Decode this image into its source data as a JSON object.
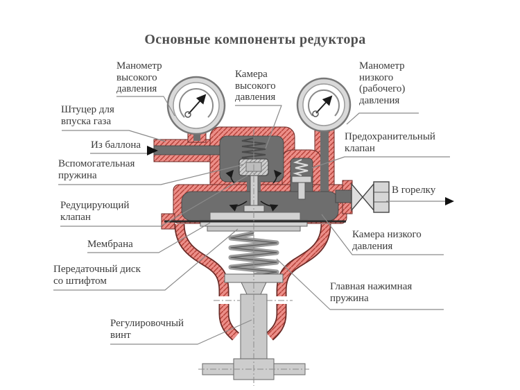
{
  "title": "Основные компоненты редуктора",
  "colors": {
    "body_fill": "#ec8e88",
    "body_hatch": "#b5423a",
    "body_outline": "#6b2b27",
    "chamber_fill": "#6e6e6e",
    "metal_fill": "#cdcdcd",
    "label_text": "#3a3a3a",
    "title_text": "#4f4f4f",
    "leader_line": "#8a8a8a"
  },
  "labels": {
    "gauge_high": {
      "text": "Манометр\nвысокого\nдавления"
    },
    "chamber_high": {
      "text": "Камера\nвысокого\nдавления"
    },
    "gauge_low": {
      "text": "Манометр\nнизкого\n(рабочего)\nдавления"
    },
    "inlet_fitting": {
      "text": "Штуцер для\nвпуска газа"
    },
    "from_cylinder": {
      "text": "Из баллона"
    },
    "aux_spring": {
      "text": "Вспомогательная\nпружина"
    },
    "reducing_valve": {
      "text": "Редуцирующий\nклапан"
    },
    "membrane": {
      "text": "Мембрана"
    },
    "transfer_disc": {
      "text": "Передаточный диск\nсо штифтом"
    },
    "adjusting_screw": {
      "text": "Регулировочный\nвинт"
    },
    "safety_valve": {
      "text": "Предохранительный\nклапан"
    },
    "to_burner": {
      "text": "В горелку"
    },
    "chamber_low": {
      "text": "Камера низкого\nдавления"
    },
    "main_spring": {
      "text": "Главная нажимная\nпружина"
    }
  }
}
